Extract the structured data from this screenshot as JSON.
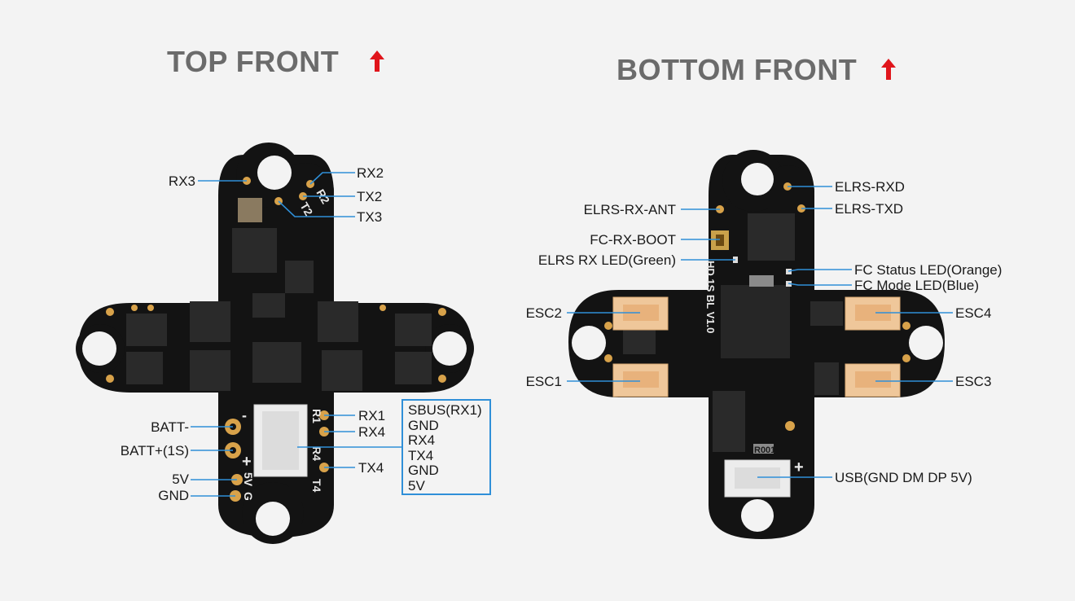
{
  "titles": {
    "top": "TOP FRONT",
    "bottom": "BOTTOM FRONT"
  },
  "colors": {
    "arrow": "#e0151b",
    "leader": "#2f8fd8",
    "title": "#6b6b6b",
    "pcb": "#131313",
    "connector": "#efc79a"
  },
  "top_labels": {
    "rx3": "RX3",
    "rx2": "RX2",
    "tx2": "TX2",
    "tx3": "TX3",
    "rx1": "RX1",
    "rx4": "RX4",
    "tx4": "TX4",
    "batt_minus": "BATT-",
    "batt_plus": "BATT+(1S)",
    "v5": "5V",
    "gnd": "GND"
  },
  "plug_pins": [
    "SBUS(RX1)",
    "GND",
    "RX4",
    "TX4",
    "GND",
    "5V"
  ],
  "bottom_labels": {
    "elrs_rxd": "ELRS-RXD",
    "elrs_txd": "ELRS-TXD",
    "elrs_rx_ant": "ELRS-RX-ANT",
    "fc_rx_boot": "FC-RX-BOOT",
    "elrs_rx_led": "ELRS RX LED(Green)",
    "fc_status_led": "FC Status LED(Orange)",
    "fc_mode_led": "FC Mode LED(Blue)",
    "esc1": "ESC1",
    "esc2": "ESC2",
    "esc3": "ESC3",
    "esc4": "ESC4",
    "usb": "USB(GND DM DP 5V)"
  },
  "silkscreen": {
    "top_r1": "R1",
    "top_r4": "R4",
    "top_t4": "T4",
    "top_5v": "5V",
    "top_g": "G",
    "top_r2": "R2",
    "top_t2": "T2",
    "top_plus": "+",
    "top_minus": "-",
    "bottom_hd": "HD 1S BL V1.0",
    "bottom_r001": "R001",
    "bottom_plus": "+"
  }
}
